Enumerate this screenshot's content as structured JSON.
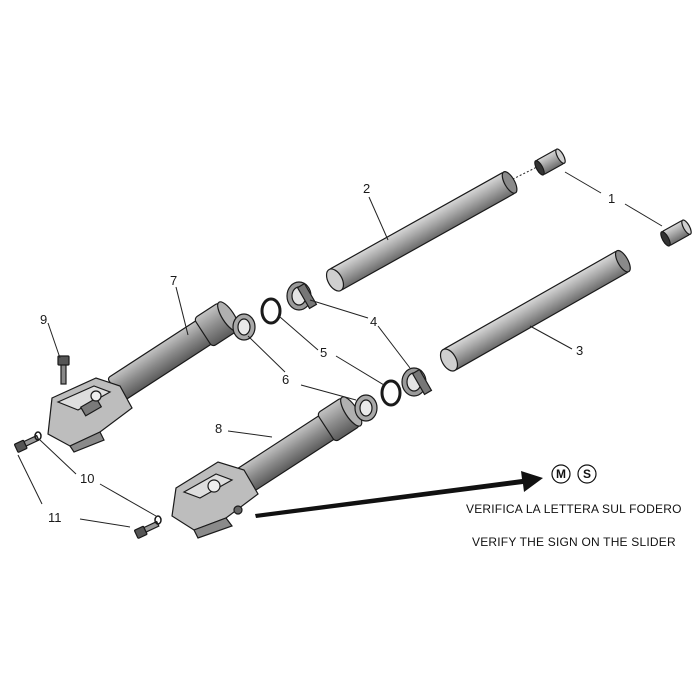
{
  "callouts": {
    "c1": "1",
    "c2": "2",
    "c3": "3",
    "c4": "4",
    "c5": "5",
    "c6": "6",
    "c7": "7",
    "c8": "8",
    "c9": "9",
    "c10": "10",
    "c11": "11"
  },
  "markings": {
    "badge_m": "M",
    "badge_s": "S"
  },
  "notes": {
    "italian": "VERIFICA LA LETTERA SUL FODERO",
    "english": "VERIFY THE SIGN ON THE SLIDER"
  },
  "colors": {
    "line": "#1a1a1a",
    "tube_fill": "#9a9a9a",
    "tube_dark": "#6e6e6e",
    "slider_fill": "#8a8a8a",
    "foot_fill": "#b5b5b5"
  }
}
